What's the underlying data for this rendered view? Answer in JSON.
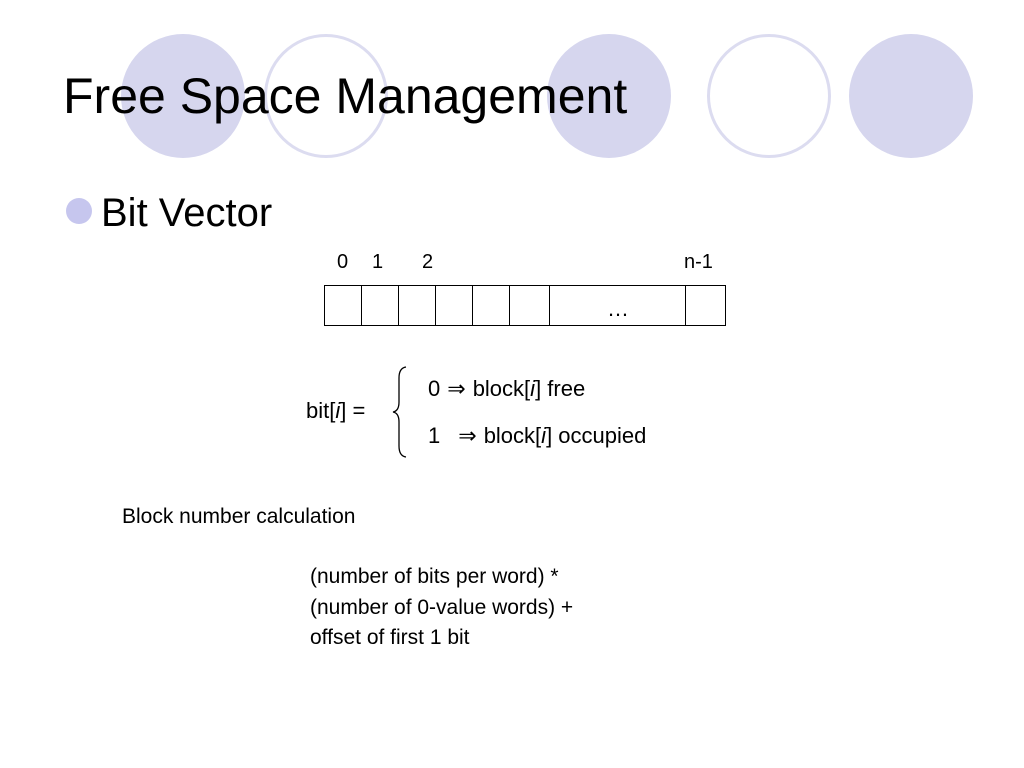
{
  "slide": {
    "title": "Free Space Management",
    "bullet": "Bit Vector"
  },
  "theme": {
    "circle_fill": "#d6d6ee",
    "ring_color": "#dcdcf0",
    "bullet_color": "#c6c6ee"
  },
  "bit_vector": {
    "indices": {
      "i0": "0",
      "i1": "1",
      "i2": "2",
      "last": "n-1"
    },
    "ellipsis": "…"
  },
  "definition": {
    "lhs_prefix": "bit[",
    "var": "i",
    "lhs_suffix": "] =",
    "case0": {
      "value": "0",
      "arrow": "⇒",
      "prefix": "block[",
      "var": "i",
      "suffix": "] free"
    },
    "case1": {
      "value": "1",
      "arrow": "⇒",
      "prefix": "block[",
      "var": "i",
      "suffix": "] occupied"
    }
  },
  "calculation": {
    "label": "Block number calculation",
    "lines": [
      "(number of bits per word) *",
      "(number of 0-value words) +",
      "offset of first 1 bit"
    ]
  }
}
